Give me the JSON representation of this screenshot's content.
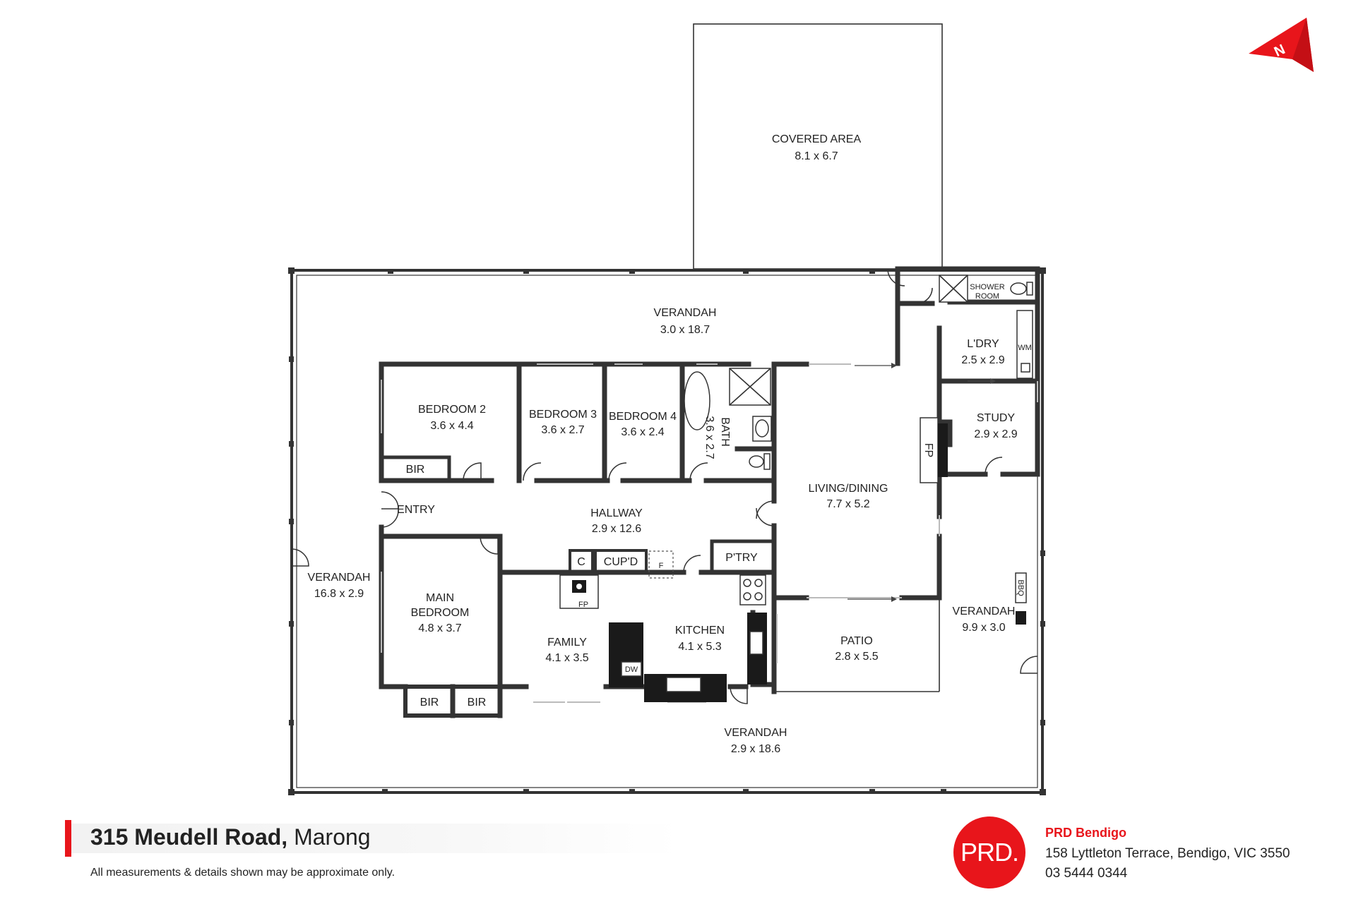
{
  "rooms": {
    "covered_area": {
      "name": "COVERED AREA",
      "dims": "8.1 x 6.7"
    },
    "verandah_top": {
      "name": "VERANDAH",
      "dims": "3.0 x 18.7"
    },
    "shower_room": {
      "name_line1": "SHOWER",
      "name_line2": "ROOM"
    },
    "laundry": {
      "name": "L'DRY",
      "dims": "2.5 x 2.9"
    },
    "wm": "WM",
    "study": {
      "name": "STUDY",
      "dims": "2.9 x 2.9"
    },
    "bedroom2": {
      "name": "BEDROOM 2",
      "dims": "3.6 x 4.4"
    },
    "bedroom3": {
      "name": "BEDROOM 3",
      "dims": "3.6 x 2.7"
    },
    "bedroom4": {
      "name": "BEDROOM 4",
      "dims": "3.6 x 2.4"
    },
    "bath": {
      "name": "BATH",
      "dims": "3.6 x 2.7"
    },
    "fp_living": "FP",
    "bir_bed2": "BIR",
    "entry": "ENTRY",
    "hallway": {
      "name": "HALLWAY",
      "dims": "2.9 x 12.6"
    },
    "living_dining": {
      "name": "LIVING/DINING",
      "dims": "7.7 x 5.2"
    },
    "verandah_left": {
      "name": "VERANDAH",
      "dims": "16.8 x 2.9"
    },
    "main_bedroom": {
      "name_line1": "MAIN",
      "name_line2": "BEDROOM",
      "dims": "4.8 x 3.7"
    },
    "cupboard_c": "C",
    "cupd": "CUP'D",
    "fridge": "F",
    "pantry": "P'TRY",
    "fp_family": "FP",
    "family": {
      "name": "FAMILY",
      "dims": "4.1 x 3.5"
    },
    "kitchen": {
      "name": "KITCHEN",
      "dims": "4.1 x 5.3"
    },
    "dw": "DW",
    "patio": {
      "name": "PATIO",
      "dims": "2.8 x 5.5"
    },
    "verandah_right": {
      "name": "VERANDAH",
      "dims": "9.9 x 3.0"
    },
    "bbq": "BBQ",
    "bir_main_a": "BIR",
    "bir_main_b": "BIR",
    "verandah_bottom": {
      "name": "VERANDAH",
      "dims": "2.9 x 18.6"
    }
  },
  "compass": {
    "letter": "N",
    "color": "#e8151b"
  },
  "footer": {
    "address_bold": "315 Meudell Road,",
    "address_suburb": "Marong",
    "disclaimer": "All measurements & details shown may be approximate only."
  },
  "agency": {
    "logo_text": "PRD.",
    "name": "PRD Bendigo",
    "address": "158 Lyttleton Terrace, Bendigo, VIC 3550",
    "phone": "03 5444 0344",
    "brand_color": "#e8151b"
  }
}
